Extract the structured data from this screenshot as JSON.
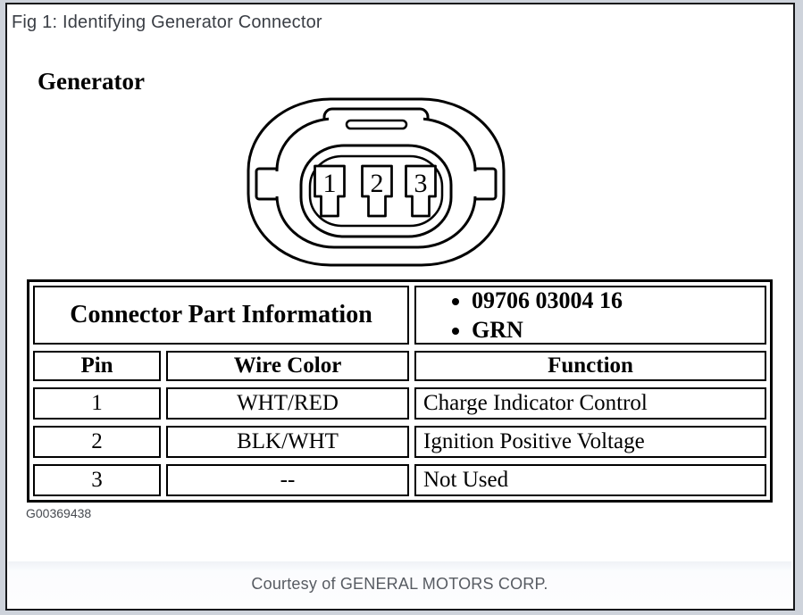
{
  "page": {
    "title": "Fig 1: Identifying Generator Connector",
    "figure_label": "Generator",
    "figure_id": "G00369438",
    "footer_credit": "Courtesy of GENERAL MOTORS CORP."
  },
  "connector": {
    "pins": [
      "1",
      "2",
      "3"
    ]
  },
  "table": {
    "part_info_label": "Connector Part Information",
    "part_info_items": [
      "09706 03004 16",
      "GRN"
    ],
    "headers": [
      "Pin",
      "Wire Color",
      "Function"
    ],
    "rows": [
      {
        "pin": "1",
        "wire_color": "WHT/RED",
        "function": "Charge Indicator Control"
      },
      {
        "pin": "2",
        "wire_color": "BLK/WHT",
        "function": "Ignition Positive Voltage"
      },
      {
        "pin": "3",
        "wire_color": "--",
        "function": "Not Used"
      }
    ]
  },
  "colors": {
    "frame_border": "#17181b",
    "page_margin": "#ced3db",
    "line_black": "#000000",
    "muted_text": "#575b62"
  }
}
